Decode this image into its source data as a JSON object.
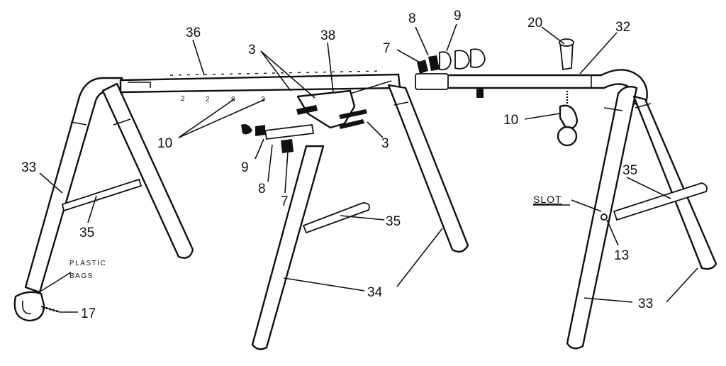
{
  "labels": {
    "l36": "36",
    "l38": "38",
    "l3_top": "3",
    "l3_right": "3",
    "l10_left": "10",
    "l10_right": "10",
    "l9_left": "9",
    "l8_left": "8",
    "l7_left": "7",
    "l7_top": "7",
    "l8_top": "8",
    "l9_top": "9",
    "l20": "20",
    "l32": "32",
    "l33_left": "33",
    "l33_right": "33",
    "l35_left": "35",
    "l35_middle": "35",
    "l35_right": "35",
    "l34": "34",
    "l13": "13",
    "l17": "17",
    "slot": "SLOT",
    "plastic": "PLASTIC",
    "bags": "BAGS"
  }
}
